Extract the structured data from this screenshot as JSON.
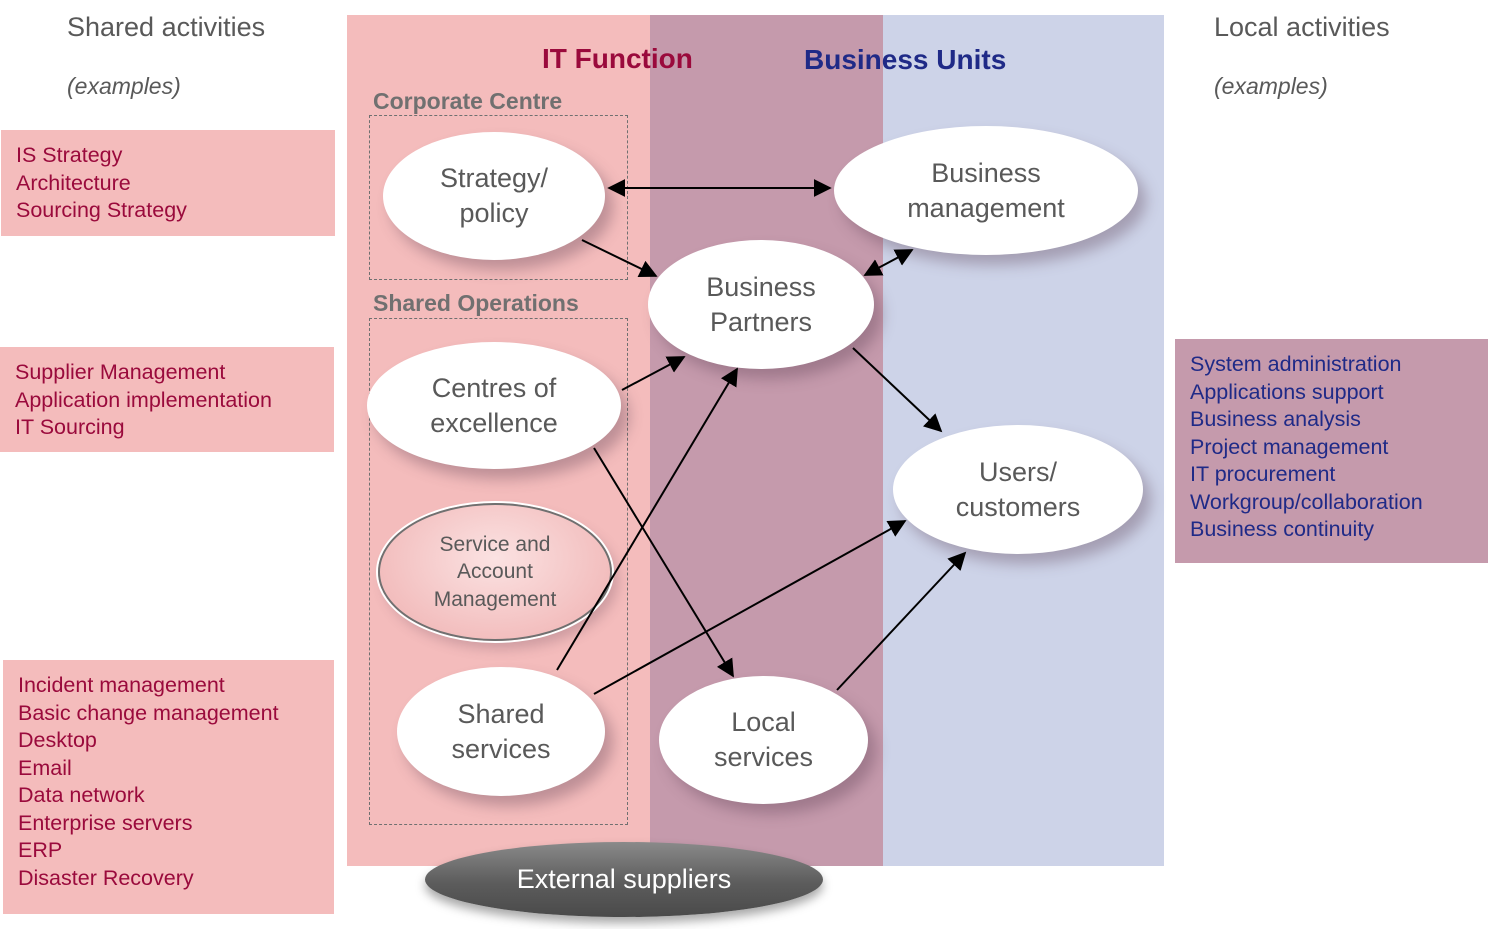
{
  "left_header": {
    "title": "Shared activities",
    "subtitle": "(examples)"
  },
  "right_header": {
    "title": "Local activities",
    "subtitle": "(examples)"
  },
  "bands": {
    "it_function": "IT Function",
    "business_units": "Business Units"
  },
  "colors": {
    "it_band": "#f4bcbc",
    "middle_band": "#c59aac",
    "business_band": "#cdd3e8",
    "it_title": "#9a0a3c",
    "bu_title": "#1f2a87"
  },
  "groups": {
    "corporate_centre": "Corporate Centre",
    "shared_operations": "Shared Operations"
  },
  "nodes": {
    "strategy": [
      "Strategy/",
      "policy"
    ],
    "centres": [
      "Centres of",
      "excellence"
    ],
    "service_account": [
      "Service and",
      "Account",
      "Management"
    ],
    "shared_services": [
      "Shared",
      "services"
    ],
    "business_partners": [
      "Business",
      "Partners"
    ],
    "local_services": [
      "Local",
      "services"
    ],
    "business_management": [
      "Business",
      "management"
    ],
    "users": [
      "Users/",
      "customers"
    ],
    "external": "External suppliers"
  },
  "shared_boxes": [
    [
      "IS Strategy",
      "Architecture",
      "Sourcing Strategy"
    ],
    [
      "Supplier Management",
      "Application implementation",
      "IT Sourcing"
    ],
    [
      "Incident management",
      "Basic change management",
      "Desktop",
      "Email",
      "Data network",
      "Enterprise servers",
      "ERP",
      "Disaster Recovery"
    ]
  ],
  "local_box": [
    "System administration",
    "Applications support",
    "Business analysis",
    "Project management",
    "IT procurement",
    "Workgroup/collaboration",
    "Business continuity"
  ]
}
